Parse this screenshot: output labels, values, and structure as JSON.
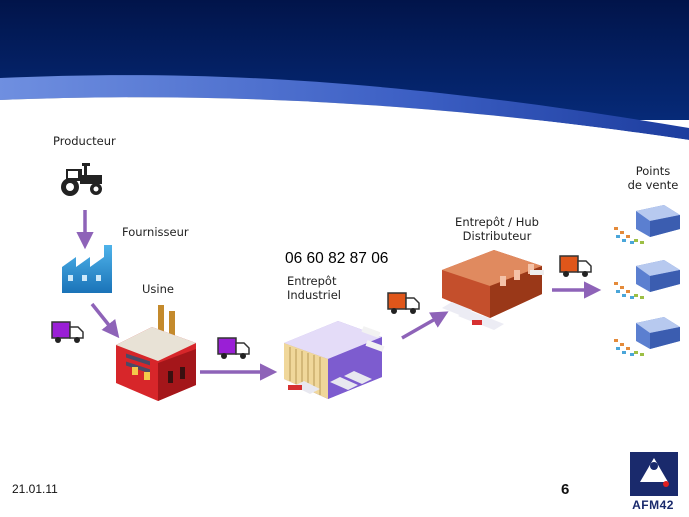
{
  "colors": {
    "banner": "#021a55",
    "banner_swoosh": "#3c5fc4",
    "arrow": "#8e63b8",
    "truck_purple": "#9a1fd6",
    "truck_orange": "#e0561a",
    "logo_blue": "#1a2a6c"
  },
  "labels": {
    "producteur": "Producteur",
    "fournisseur": "Fournisseur",
    "usine": "Usine",
    "entrepot_industriel_line1": "Entrepôt",
    "entrepot_industriel_line2": "Industriel",
    "hub_line1": "Entrepôt / Hub",
    "hub_line2": "Distributeur",
    "points_line1": "Points",
    "points_line2": "de vente"
  },
  "phone": "06 60 82 87 06",
  "footer": {
    "date": "21.01.11",
    "page": "6",
    "logo": "AFM42"
  },
  "icons": [
    "tractor-icon",
    "factory-icon",
    "industrial-plant-icon",
    "industrial-warehouse-icon",
    "hub-warehouse-icon",
    "store-icon",
    "truck-icon",
    "logo-icon"
  ]
}
